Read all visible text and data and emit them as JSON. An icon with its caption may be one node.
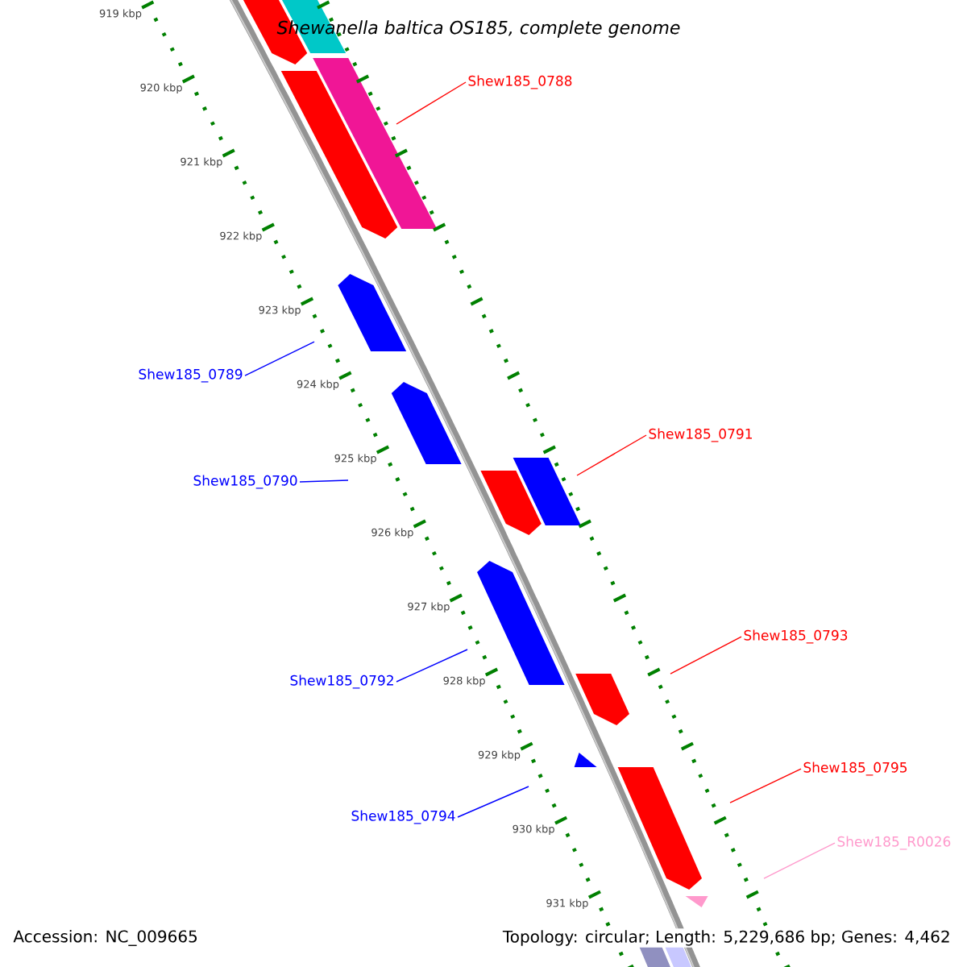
{
  "diagram": {
    "title": "Shewanella baltica OS185, complete genome",
    "nodes": [
      {
        "text": [
          "Shew185_0788"
        ]
      },
      {
        "text": [
          "Shew185_0789"
        ]
      },
      {
        "text": [
          "Shew185_0791"
        ]
      },
      {
        "text": [
          "Shew185_0790"
        ]
      },
      {
        "text": [
          "Shew185_0793"
        ]
      },
      {
        "text": [
          "Shew185_0792"
        ]
      },
      {
        "text": [
          "Shew185_0795"
        ]
      },
      {
        "text": [
          "Shew185_0794"
        ]
      },
      {
        "text": [
          "Shew185_R0026"
        ]
      }
    ],
    "edges": [
      {
        "from": 0,
        "to": null,
        "arrow": "none",
        "color": "#ff0000"
      },
      {
        "from": 1,
        "to": null,
        "arrow": "none",
        "color": "#0000ff"
      },
      {
        "from": 2,
        "to": null,
        "arrow": "none",
        "color": "#ff0000"
      },
      {
        "from": 3,
        "to": null,
        "arrow": "none",
        "color": "#0000ff"
      },
      {
        "from": 4,
        "to": null,
        "arrow": "none",
        "color": "#ff0000"
      },
      {
        "from": 5,
        "to": null,
        "arrow": "none",
        "color": "#0000ff"
      },
      {
        "from": 6,
        "to": null,
        "arrow": "none",
        "color": "#ff0000"
      },
      {
        "from": 7,
        "to": null,
        "arrow": "none",
        "color": "#0000ff"
      },
      {
        "from": 8,
        "to": null,
        "arrow": "none",
        "color": "#ff99cc"
      }
    ],
    "labels": [
      "919 kbp",
      "920 kbp",
      "921 kbp",
      "922 kbp",
      "923 kbp",
      "924 kbp",
      "925 kbp",
      "926 kbp",
      "927 kbp",
      "928 kbp",
      "929 kbp",
      "930 kbp",
      "931 kbp",
      "Accession: NC_009665",
      "Topology: circular; Length: 5,229,686 bp; Genes: 4,462"
    ]
  }
}
